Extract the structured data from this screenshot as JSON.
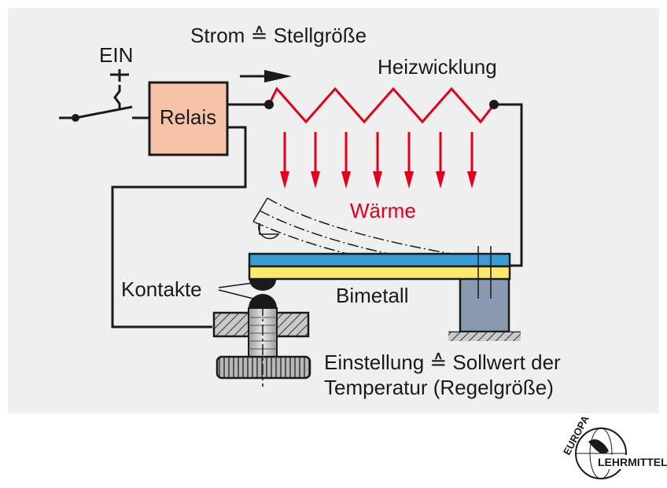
{
  "labels": {
    "ein": "EIN",
    "strom": "Strom ≙ Stellgröße",
    "heizwicklung": "Heizwicklung",
    "relais": "Relais",
    "waerme": "Wärme",
    "kontakte": "Kontakte",
    "bimetall": "Bimetall",
    "einstellung_line1": "Einstellung ≙ Sollwert der",
    "einstellung_line2": "Temperatur (Regelgröße)"
  },
  "logo": {
    "europa": "EUROPA",
    "lehrmittel": "LEHRMITTEL"
  },
  "colors": {
    "heating_coil": "#e2001a",
    "heat_arrows": "#e2001a",
    "relay_fill": "#f7c3a8",
    "bimetal_top": "#3a9bd5",
    "bimetal_bottom": "#ffe96b",
    "support_fill": "#8899b0",
    "panel_bg": "#efefef"
  }
}
